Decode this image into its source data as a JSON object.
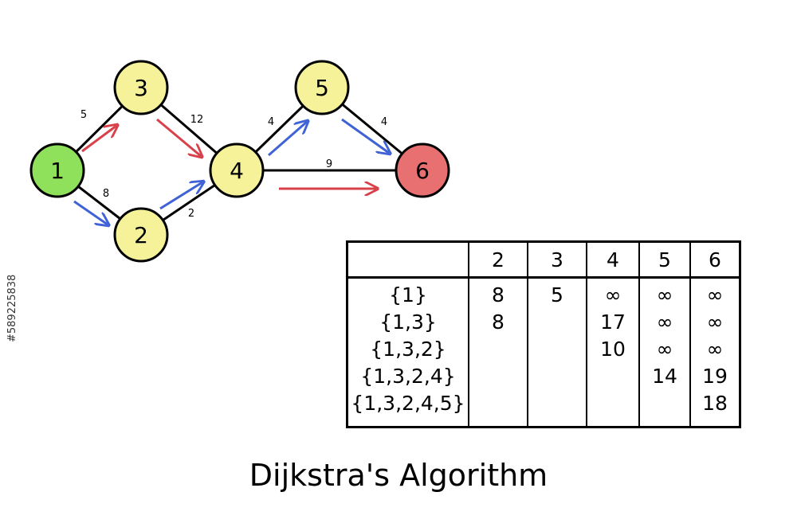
{
  "graph": {
    "nodes": [
      {
        "id": "1",
        "label": "1",
        "color": "#8fe05a"
      },
      {
        "id": "2",
        "label": "2",
        "color": "#f5f29a"
      },
      {
        "id": "3",
        "label": "3",
        "color": "#f5f29a"
      },
      {
        "id": "4",
        "label": "4",
        "color": "#f5f29a"
      },
      {
        "id": "5",
        "label": "5",
        "color": "#f5f29a"
      },
      {
        "id": "6",
        "label": "6",
        "color": "#e87070"
      }
    ],
    "edges": [
      {
        "from": "1",
        "to": "3",
        "weight": "5"
      },
      {
        "from": "1",
        "to": "2",
        "weight": "8"
      },
      {
        "from": "3",
        "to": "4",
        "weight": "12"
      },
      {
        "from": "2",
        "to": "4",
        "weight": "2"
      },
      {
        "from": "4",
        "to": "5",
        "weight": "4"
      },
      {
        "from": "5",
        "to": "6",
        "weight": "4"
      },
      {
        "from": "4",
        "to": "6",
        "weight": "9"
      }
    ],
    "arrows_red": [
      [
        "1",
        "3"
      ],
      [
        "3",
        "4"
      ],
      [
        "4",
        "6"
      ]
    ],
    "arrows_blue": [
      [
        "1",
        "2"
      ],
      [
        "2",
        "4"
      ],
      [
        "4",
        "5"
      ],
      [
        "5",
        "6"
      ]
    ],
    "colors": {
      "red_arrow": "#d9414a",
      "blue_arrow": "#3f63d6",
      "edge": "#000000"
    }
  },
  "table": {
    "headers": [
      "",
      "2",
      "3",
      "4",
      "5",
      "6"
    ],
    "columns": [
      [
        "{1}",
        "{1,3}",
        "{1,3,2}",
        "{1,3,2,4}",
        "{1,3,2,4,5}"
      ],
      [
        "8",
        "8",
        "",
        "",
        ""
      ],
      [
        "5",
        "",
        "",
        "",
        ""
      ],
      [
        "∞",
        "17",
        "10",
        "",
        ""
      ],
      [
        "∞",
        "∞",
        "∞",
        "14",
        ""
      ],
      [
        "∞",
        "∞",
        "∞",
        "19",
        "18"
      ]
    ]
  },
  "title": "Dijkstra's Algorithm",
  "watermark": "#589225838"
}
